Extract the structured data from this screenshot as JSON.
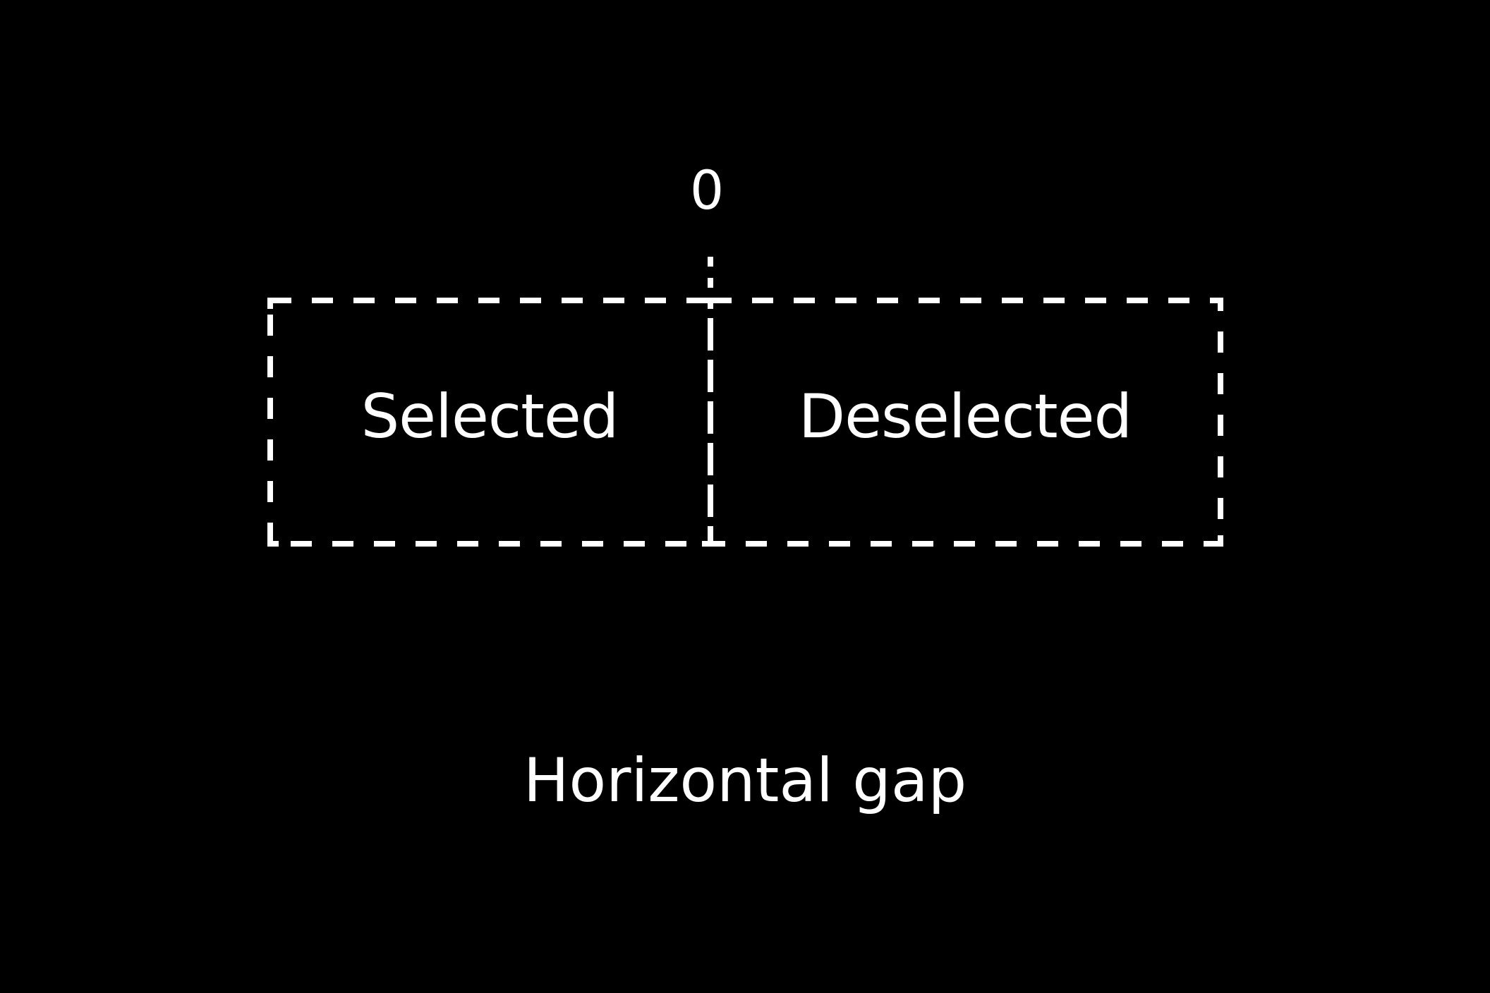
{
  "diagram": {
    "gap_value": "0",
    "segments": [
      {
        "label": "Selected"
      },
      {
        "label": "Deselected"
      }
    ],
    "caption": "Horizontal gap",
    "colors": {
      "background": "#000000",
      "foreground": "#ffffff"
    }
  }
}
